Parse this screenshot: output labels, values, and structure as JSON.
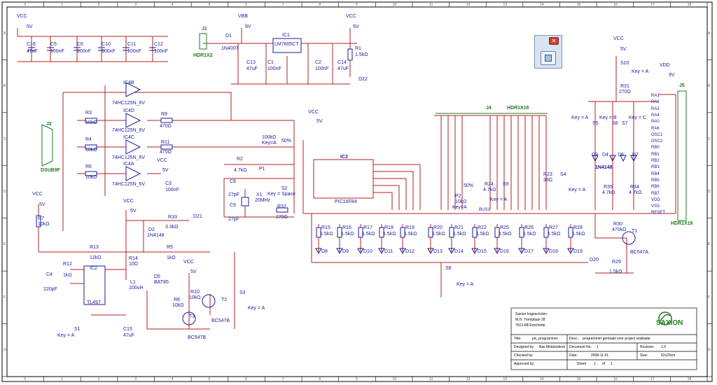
{
  "ruler": {
    "columns": [
      "0",
      "1",
      "2",
      "3",
      "4",
      "5",
      "6",
      "7",
      "8",
      "9",
      "10",
      "11",
      "12",
      "13",
      "14",
      "15",
      "16",
      "17",
      "18"
    ],
    "rows": [
      "A",
      "B",
      "C",
      "D",
      "E",
      "F",
      "G"
    ]
  },
  "power": {
    "vcc": "VCC",
    "vbb": "VBB",
    "vdd": "VDD",
    "v5": "5V",
    "v9": "9V"
  },
  "decoupling": {
    "caps": [
      "C16",
      "C5",
      "C6",
      "C10",
      "C11",
      "C12"
    ],
    "values": [
      "47uF",
      "100nF",
      "100nF",
      "100nF",
      "100nF",
      "100nF"
    ]
  },
  "supply": {
    "j1": "J1",
    "hdr1x2": "HDR1X2",
    "d1": "D1",
    "d1_val": "1N4007",
    "ic1": "IC1",
    "ic1_val": "LM7805CT",
    "c13": "C13",
    "c13_val": "47uF",
    "c1": "C1",
    "c1_val": "100nF",
    "c2": "C2",
    "c2_val": "100nF",
    "c14": "C14",
    "c14_val": "47uF",
    "r1": "R1",
    "r1_val": "1.5kΩ",
    "d22": "D22"
  },
  "buffers": {
    "ic4b": "IC4B",
    "ic4d": "IC4D",
    "ic4c": "IC4C",
    "ic4a": "IC4A",
    "part": "74HC125N_6V",
    "r3": "R3",
    "r4": "R4",
    "r6": "R6",
    "r9": "R9",
    "r11": "R11",
    "k10": "10kΩ",
    "o470": "470Ω",
    "j2": "J2",
    "dsub": "DSUB9F",
    "c3": "C3",
    "c3_val": "100nF"
  },
  "mcu": {
    "ic3": "IC3",
    "part": "PIC16F84",
    "p1": "P1",
    "p1_val": "100kΩ",
    "p1_key": "Key=A",
    "p1_pct": "50%",
    "r2": "R2",
    "r2_val": "4.7kΩ",
    "c8": "C8",
    "c9": "C9",
    "cap27": "27pF",
    "x1": "X1",
    "x1_val": "20MHz",
    "s2": "S2",
    "s2_key": "Key = Space",
    "r32": "R32",
    "r32_val": "270Ω"
  },
  "j4": {
    "name": "J4",
    "part": "HDR1X16",
    "p2": "P2",
    "p2_val": "10kΩ",
    "p2_key": "Key=A",
    "p2_pct": "50%",
    "r24": "R24",
    "r24_val": "4.7kΩ",
    "s9": "S9",
    "s9_key": "Key = A",
    "r23": "R23",
    "r23_val": "33Ω",
    "s4": "S4",
    "s4_key": "Key = A",
    "bus": "BUS1"
  },
  "right": {
    "s10": "S10",
    "s10_key": "Key = A",
    "r31": "R31",
    "r31_val": "270Ω",
    "j5": "J5",
    "j5_part": "HDR1X19",
    "s5": "S5",
    "s6": "S6",
    "s7": "S7",
    "key_a": "Key = A",
    "key_b": "Key = B",
    "key_c": "Key = C",
    "d3": "D3",
    "d4": "D4",
    "d6": "D6",
    "d7": "D7",
    "d_part": "1N4148",
    "r35": "R35",
    "r34": "R34",
    "k47": "4.7kΩ",
    "r30": "R30",
    "r30_val": "470kΩ",
    "t1": "T1",
    "t_part": "BC547A",
    "d20": "D20",
    "r29": "R29",
    "r29_val": "1.5kΩ",
    "j5_pins": [
      "RA1",
      "RA2",
      "RA3",
      "RA4",
      "RA0",
      "RA6",
      "OSC1",
      "OSC2",
      "RB0",
      "RB1",
      "RB2",
      "RB3",
      "RB4",
      "RB5",
      "RB6",
      "RB7",
      "VDD",
      "VSS",
      "RESET"
    ]
  },
  "leds": {
    "resistors": [
      "R15",
      "R16",
      "R17",
      "R18",
      "R19",
      "R20",
      "R21",
      "R22",
      "R25",
      "R26",
      "R27",
      "R28"
    ],
    "value": "1.5kΩ",
    "diodes": [
      "D8",
      "D9",
      "D10",
      "D11",
      "D12",
      "D13",
      "D14",
      "D15",
      "D16",
      "D17",
      "D18",
      "D19"
    ],
    "s8": "S8",
    "s8_key": "Key = A"
  },
  "programmer": {
    "r7": "R7",
    "r7_val": "10kΩ",
    "r13": "R13",
    "r13_val": "12kΩ",
    "r12": "R12",
    "r12_val": "1kΩ",
    "c4": "C4",
    "c4_val": "220pF",
    "ic2": "IC2",
    "ic2_part": "TL497",
    "r14": "R14",
    "r14_val": "10Ω",
    "l1": "L1",
    "l1_val": "100uH",
    "d5": "D5",
    "d5_part": "BAT85",
    "d2": "D2",
    "d2_part": "1N4148",
    "r33": "R33",
    "r33_val": "3.3kΩ",
    "d21": "D21",
    "r5": "R5",
    "r5_val": "1kΩ",
    "r8": "R8",
    "r8_val": "10kΩ",
    "r10": "R10",
    "r10_val": "10kΩ",
    "t2": "T2",
    "t3": "T3",
    "t_part": "BC547B",
    "s3": "S3",
    "s3_key": "Key = A",
    "s1": "S1",
    "s1_key": "Key = A",
    "c15": "C15",
    "c15_val": "47uF"
  },
  "title_block": {
    "company_line1": "Saxion hogescholen",
    "company_line2": "M.H. Tromplaan 28",
    "company_line3": "7513 AB Enschede",
    "logo": "SAXION",
    "title_label": "Title:",
    "title_value": "pic_programmer",
    "desc_label": "Desc.:",
    "desc_value": "programmer gemaakt voor project realisatie",
    "designed_label": "Designed by:",
    "designed_value": "Bas Mokkenboer",
    "docno_label": "Document No:",
    "docno_value": "1",
    "revision_label": "Revision:",
    "revision_value": "1.0",
    "checked_label": "Checked by:",
    "date_label": "Date:",
    "date_value": "2008-11-01",
    "size_label": "Size:",
    "size_value": "62x29cm",
    "approved_label": "Approved by:",
    "sheet_label": "Sheet",
    "sheet_value": "1",
    "of_label": "of",
    "of_value": "1"
  },
  "float_panel": {
    "close_glyph": "✕"
  },
  "colors": {
    "wire": "#b22222",
    "label": "#1a1a9a",
    "connector": "#1f7a1f",
    "frame": "#000000"
  }
}
